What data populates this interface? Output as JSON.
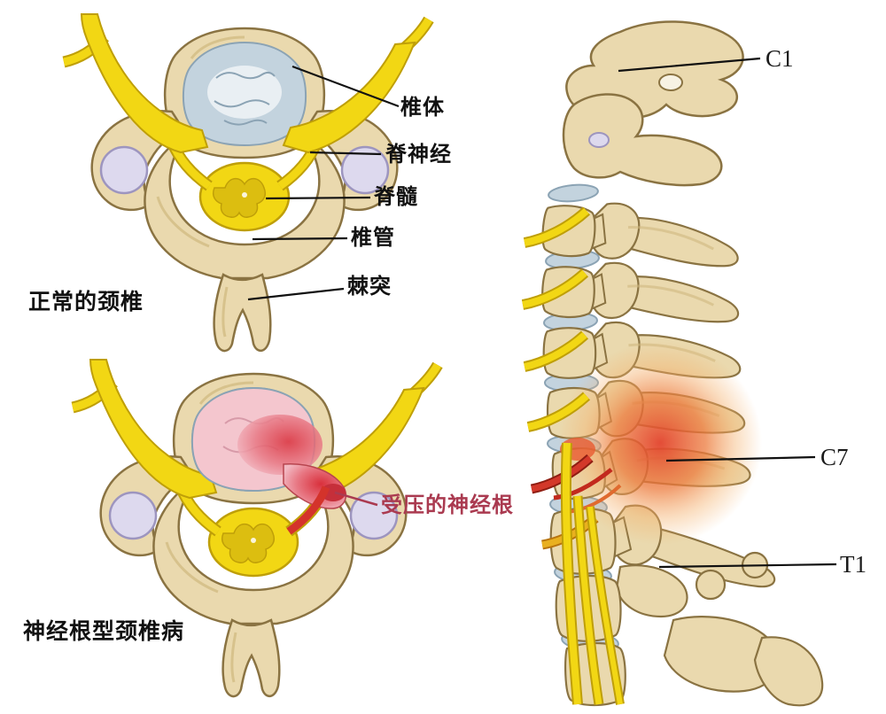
{
  "panels": {
    "normal_cross_section": {
      "title": "正常的颈椎",
      "labels": {
        "vertebral_body": "椎体",
        "spinal_nerve": "脊神经",
        "spinal_cord": "脊髓",
        "vertebral_canal": "椎管",
        "spinous_process": "棘突"
      }
    },
    "radiculopathy_cross_section": {
      "title": "神经根型颈椎病",
      "labels": {
        "compressed_nerve_root": "受压的神经根"
      }
    },
    "lateral_spine": {
      "labels": {
        "c1": "C1",
        "c7": "C7",
        "t1": "T1"
      }
    }
  },
  "colors": {
    "background": "#ffffff",
    "bone": "#ead9ae",
    "bone_line": "#8a7342",
    "bone_shade": "#cfb87e",
    "disc": "#c3d3de",
    "disc_light": "#e9eff3",
    "disc_line": "#8ba3b4",
    "foramen": "#ddd9ee",
    "foramen_line": "#9d95bf",
    "nerve": "#f2d714",
    "nerve_dark": "#bf9f08",
    "cord_gray": "#dcbe10",
    "inflame_pink": "#f4c6ce",
    "inflame_red": "#e2432c",
    "herniation": "#d9303c",
    "compressed_text": "#aa3a50",
    "label_text": "#111111",
    "leader_line": "#111111"
  }
}
